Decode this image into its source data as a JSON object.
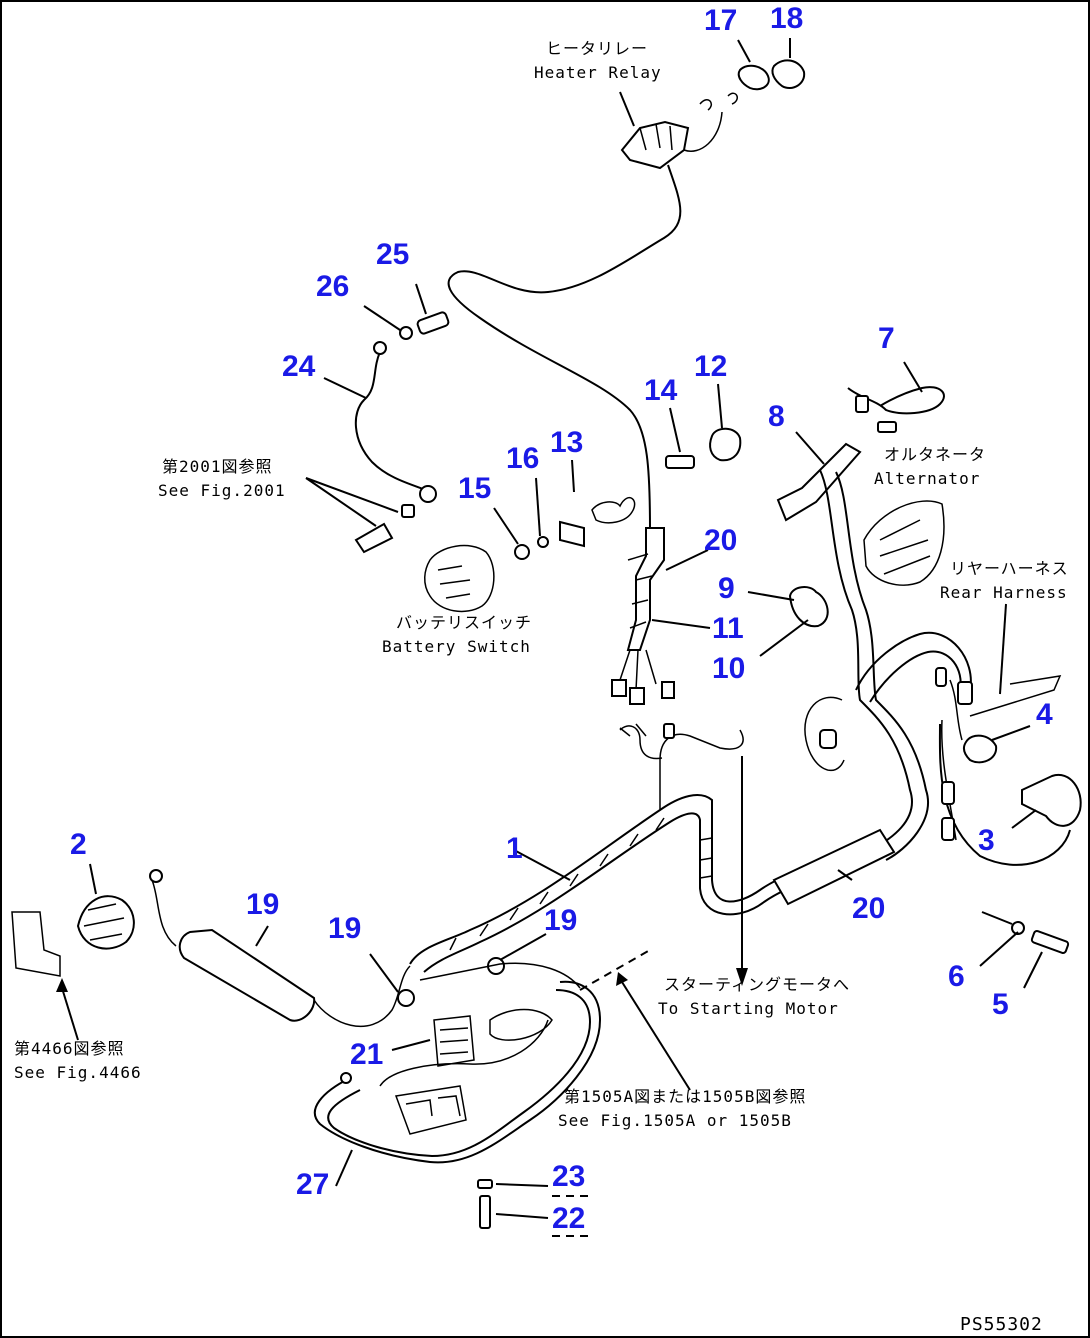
{
  "drawing_ref": "PS55302",
  "callouts": {
    "c1": "1",
    "c2": "2",
    "c3": "3",
    "c4": "4",
    "c5": "5",
    "c6": "6",
    "c7": "7",
    "c8": "8",
    "c9": "9",
    "c10": "10",
    "c11": "11",
    "c12": "12",
    "c13": "13",
    "c14": "14",
    "c15": "15",
    "c16": "16",
    "c17": "17",
    "c18": "18",
    "c19a": "19",
    "c19b": "19",
    "c19c": "19",
    "c20a": "20",
    "c20b": "20",
    "c21": "21",
    "c22": "22",
    "c23": "23",
    "c24": "24",
    "c25": "25",
    "c26": "26",
    "c27": "27"
  },
  "notes": {
    "heater_relay_jp": "ヒータリレー",
    "heater_relay_en": "Heater Relay",
    "see_fig2001_jp": "第2001図参照",
    "see_fig2001_en": "See Fig.2001",
    "battery_switch_jp": "バッテリスイッチ",
    "battery_switch_en": "Battery Switch",
    "alternator_jp": "オルタネータ",
    "alternator_en": "Alternator",
    "rear_harness_jp": "リヤーハーネス",
    "rear_harness_en": "Rear Harness",
    "starting_motor_jp": "スターティングモータへ",
    "starting_motor_en": "To Starting Motor",
    "see_fig4466_jp": "第4466図参照",
    "see_fig4466_en": "See Fig.4466",
    "see_fig1505_jp": "第1505A図または1505B図参照",
    "see_fig1505_en": "See Fig.1505A or 1505B"
  }
}
